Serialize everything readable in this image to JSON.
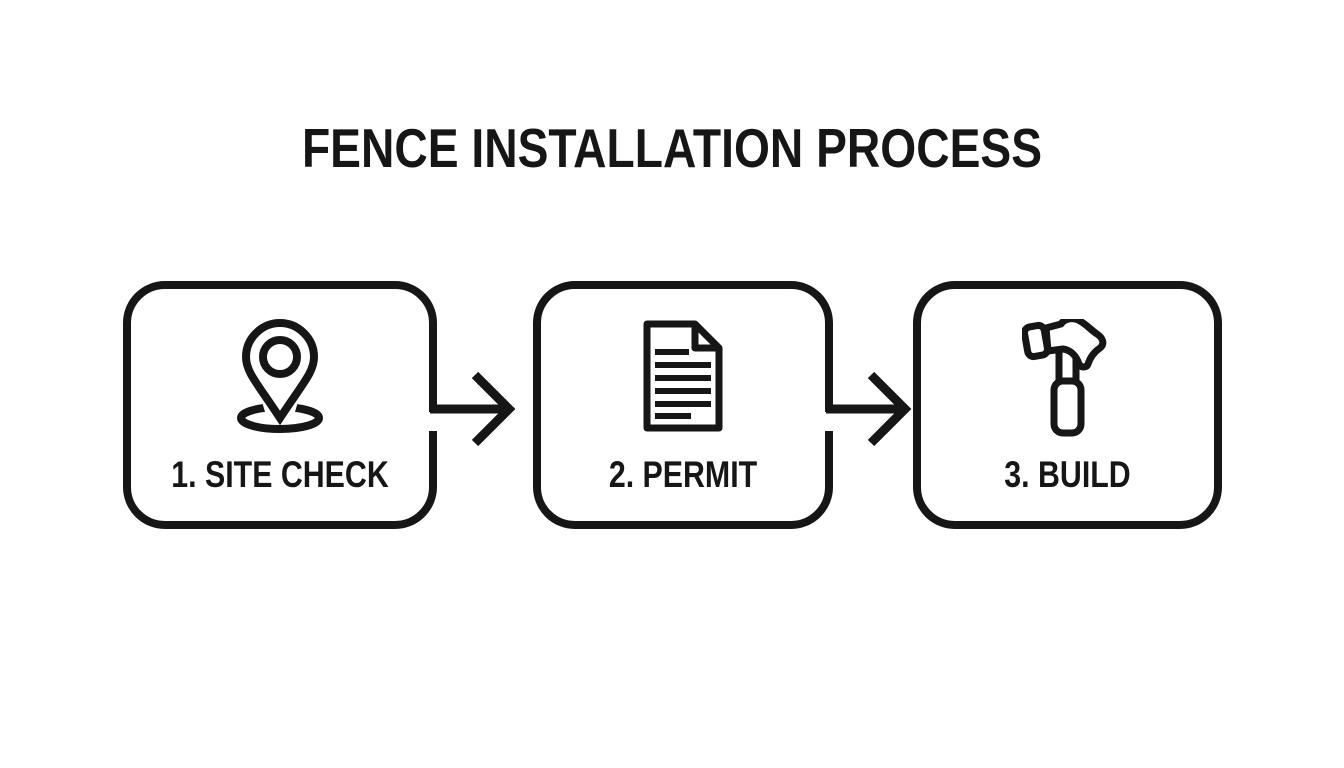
{
  "title": "FENCE INSTALLATION PROCESS",
  "steps": [
    {
      "label": "1. SITE CHECK",
      "icon": "location-pin-icon"
    },
    {
      "label": "2. PERMIT",
      "icon": "document-icon"
    },
    {
      "label": "3. BUILD",
      "icon": "hammer-icon"
    }
  ],
  "colors": {
    "ink": "#161616",
    "background": "#ffffff"
  }
}
